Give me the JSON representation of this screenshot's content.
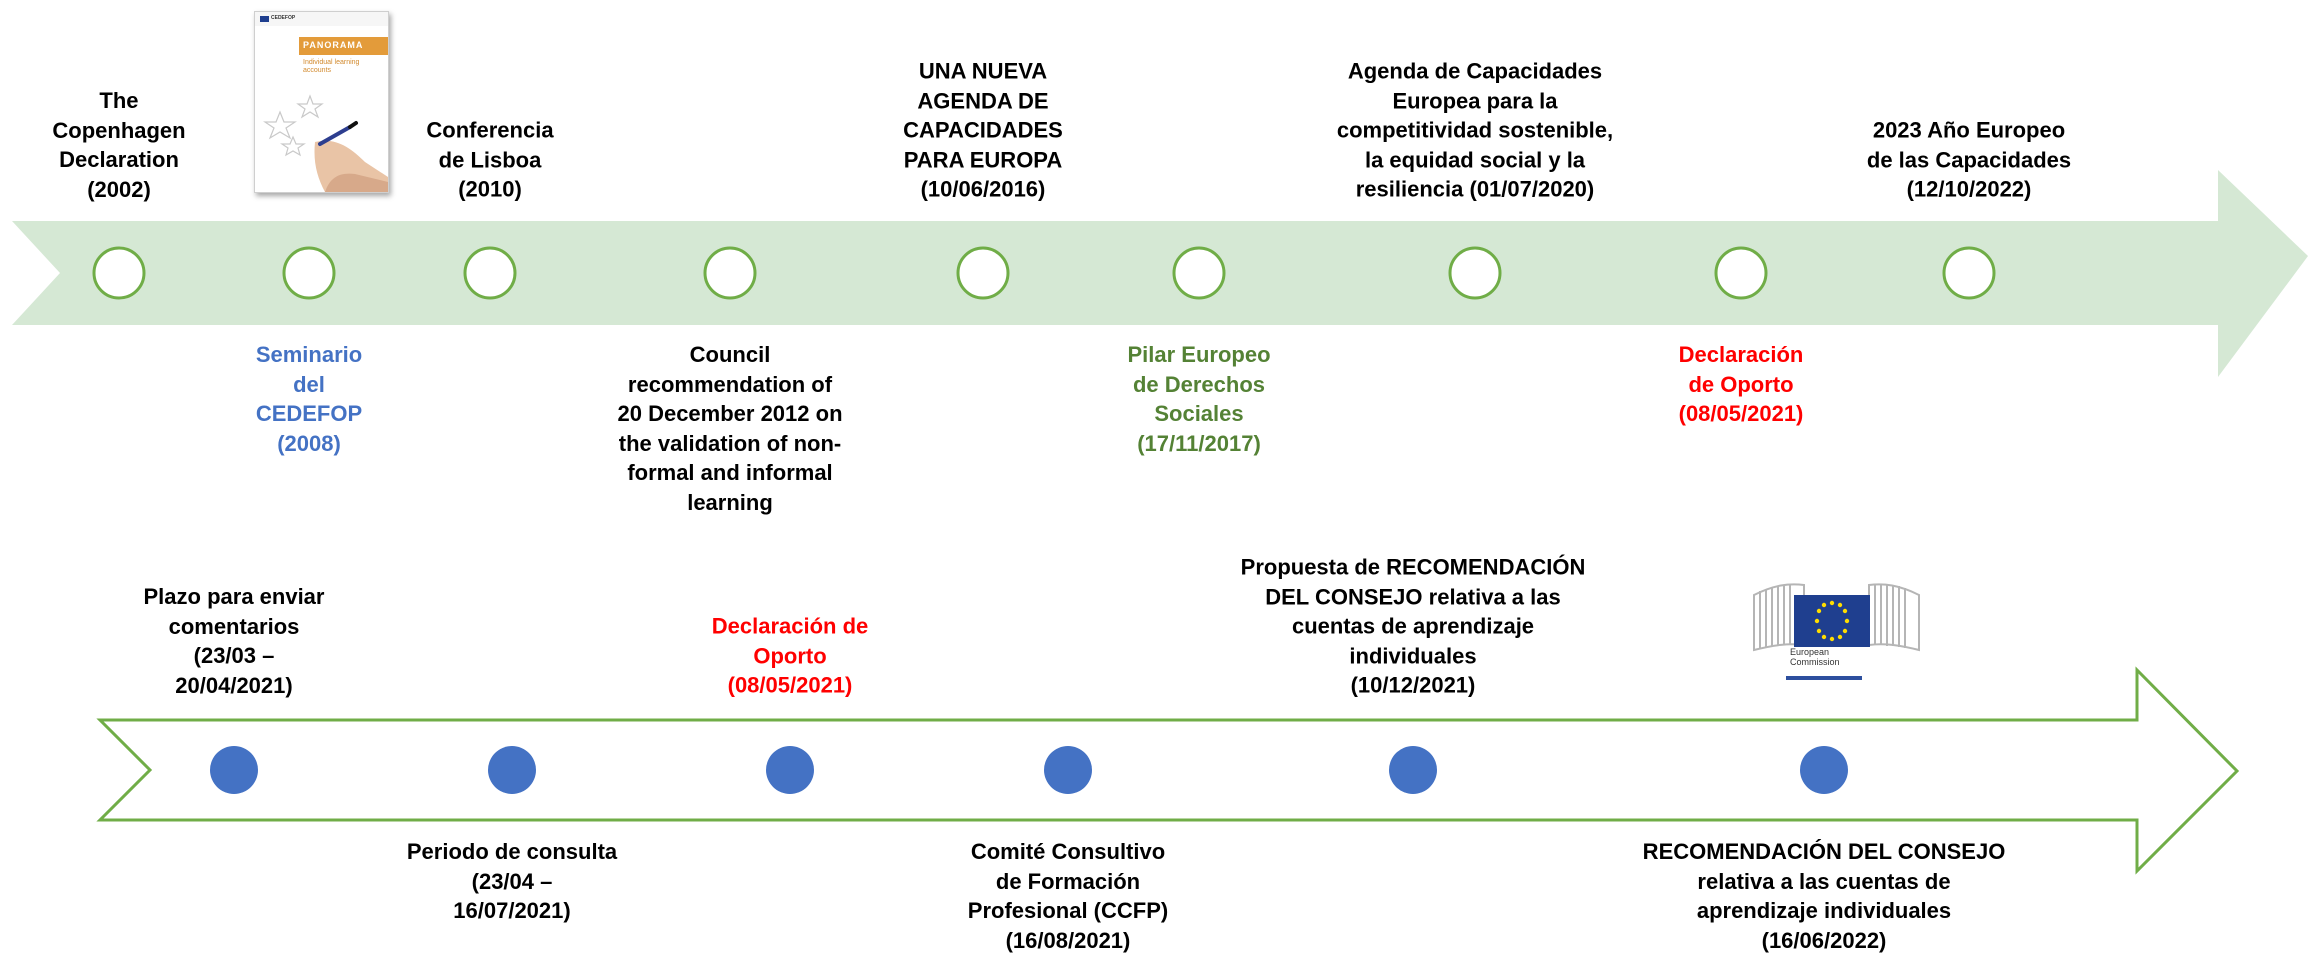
{
  "colors": {
    "top_arrow_fill": "#D5E8D4",
    "circle_stroke": "#70AD47",
    "bottom_arrow_stroke": "#70AD47",
    "dot_fill": "#4472C4",
    "black": "#000000",
    "blue": "#4472C4",
    "green": "#548235",
    "red": "#FF0000"
  },
  "top_timeline": {
    "above": [
      {
        "text": "The\nCopenhagen\nDeclaration\n(2002)",
        "color": "black"
      },
      {
        "text": "Conferencia\nde Lisboa\n(2010)",
        "color": "black"
      },
      {
        "text": "UNA NUEVA\nAGENDA DE\nCAPACIDADES\nPARA EUROPA\n(10/06/2016)",
        "color": "black"
      },
      {
        "text": "Agenda de Capacidades\nEuropea para la\ncompetitividad sostenible,\nla equidad social y la\nresiliencia (01/07/2020)",
        "color": "black"
      },
      {
        "text": "2023 Año Europeo\nde las Capacidades\n(12/10/2022)",
        "color": "black"
      }
    ],
    "below": [
      {
        "text": "Seminario\ndel\nCEDEFOP\n(2008)",
        "color": "blue"
      },
      {
        "text": "Council\nrecommendation of\n20 December 2012 on\nthe validation of non-\nformal and informal\nlearning",
        "color": "black"
      },
      {
        "text": "Pilar Europeo\nde Derechos\nSociales\n(17/11/2017)",
        "color": "green"
      },
      {
        "text": "Declaración\nde Oporto\n(08/05/2021)",
        "color": "red"
      }
    ]
  },
  "bottom_timeline": {
    "above": [
      {
        "text": "Plazo para enviar\ncomentarios\n(23/03 –\n20/04/2021)",
        "color": "black"
      },
      {
        "text": "Declaración de\nOporto\n(08/05/2021)",
        "color": "red"
      },
      {
        "text": "Propuesta de RECOMENDACIÓN\nDEL CONSEJO relativa a las\ncuentas de aprendizaje\nindividuales\n(10/12/2021)",
        "color": "black"
      }
    ],
    "below": [
      {
        "text": "Periodo de consulta\n(23/04 –\n16/07/2021)",
        "color": "black"
      },
      {
        "text": "Comité Consultivo\nde Formación\nProfesional (CCFP)\n(16/08/2021)",
        "color": "black"
      },
      {
        "text": "RECOMENDACIÓN DEL CONSEJO\nrelativa a las cuentas de\naprendizaje individuales\n(16/06/2022)",
        "color": "black"
      }
    ]
  },
  "booklet": {
    "publisher": "CEDEFOP",
    "series": "PANORAMA",
    "subtitle": "Individual learning accounts"
  },
  "ec_logo": {
    "line1": "European",
    "line2": "Commission"
  }
}
